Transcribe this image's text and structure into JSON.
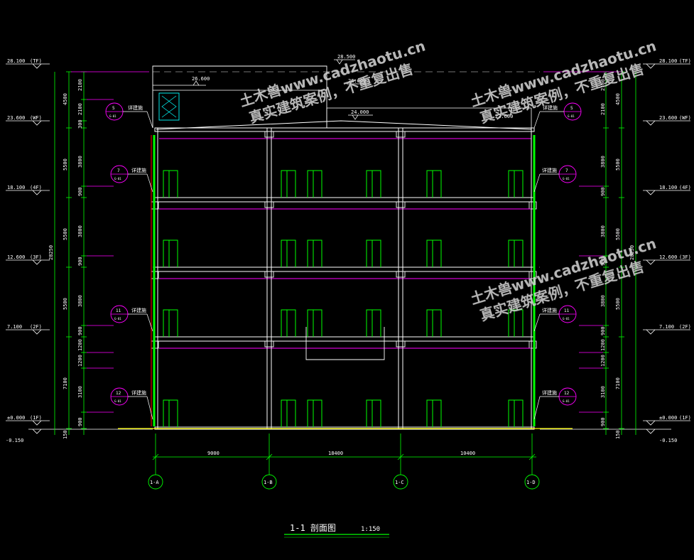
{
  "title": {
    "main": "1-1  剖面图",
    "scale": "1:150"
  },
  "colors": {
    "bg": "#000000",
    "green": "#00ff00",
    "white": "#ffffff",
    "magenta": "#ff00ff",
    "yellow": "#ffff00",
    "red": "#ff0000",
    "cyan": "#00ffff",
    "gray": "#9a9a9a"
  },
  "levels": [
    {
      "id": "roof-top",
      "left": "28.100",
      "left_tag": "(TF)",
      "right": "28.100",
      "right_tag": "(TF)"
    },
    {
      "id": "roof",
      "left": "23.600",
      "left_tag": "(WF)",
      "right": "23.600",
      "right_tag": "(WF)"
    },
    {
      "id": "f4",
      "left": "18.100",
      "left_tag": "(4F)",
      "right": "18.100",
      "right_tag": "(4F)"
    },
    {
      "id": "f3",
      "left": "12.600",
      "left_tag": "(3F)",
      "right": "12.600",
      "right_tag": "(3F)"
    },
    {
      "id": "f2",
      "left": "7.100",
      "left_tag": "(2F)",
      "right": "7.100",
      "right_tag": "(2F)"
    },
    {
      "id": "f1",
      "left": "±0.000",
      "left_tag": "(1F)",
      "right": "±0.000",
      "right_tag": "(1F)"
    }
  ],
  "ground": {
    "left": "-0.150",
    "right": "-0.150"
  },
  "top_marks": {
    "stair": "28.500",
    "parapet": "26.600",
    "tank": "26.600",
    "roof": "24.000",
    "roof_right": "23.600"
  },
  "dims_outer": [
    "4500",
    "5500",
    "5500",
    "5500",
    "7100",
    "150"
  ],
  "dims_total": "28250",
  "dims_inner": [
    "2100",
    "2100",
    "300",
    "3800",
    "900",
    "3800",
    "900",
    "3800",
    "900",
    "1200",
    "1200",
    "3100",
    "900"
  ],
  "axes": [
    {
      "label": "1-A"
    },
    {
      "label": "1-B"
    },
    {
      "label": "1-C"
    },
    {
      "label": "1-D"
    }
  ],
  "spans": [
    "9000",
    "18400",
    "10400"
  ],
  "callouts": [
    {
      "num": "5",
      "sheet": "G-01",
      "text": "详建施"
    },
    {
      "num": "7",
      "sheet": "G-01",
      "text": "详建施"
    },
    {
      "num": "11",
      "sheet": "G-01",
      "text": "详建施"
    },
    {
      "num": "12",
      "sheet": "G-01",
      "text": "详建施"
    }
  ],
  "watermark": {
    "line1": "土木兽www.cadzhaotu.cn",
    "line2": "真实建筑案例，不重复出售"
  }
}
